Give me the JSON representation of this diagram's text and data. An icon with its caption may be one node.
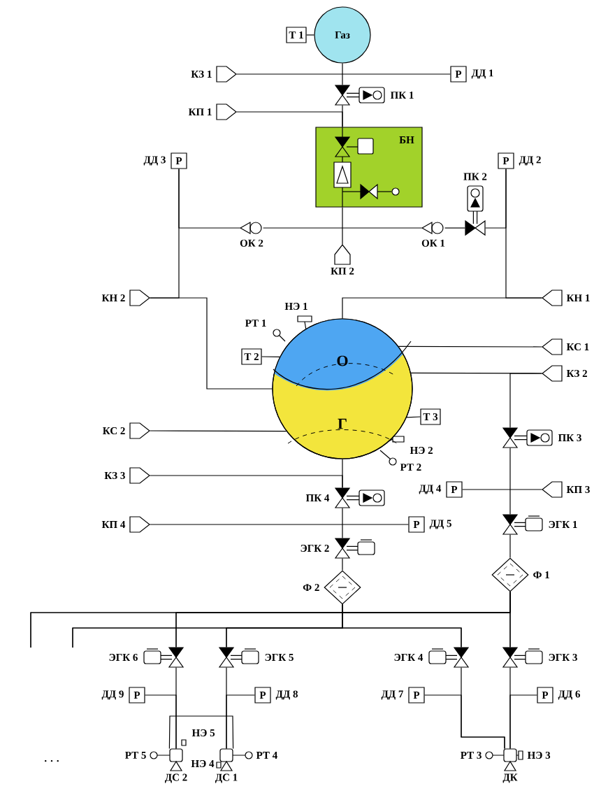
{
  "diagram": {
    "nodes": [
      {
        "text": [
          "Газ"
        ]
      },
      {
        "text": [
          "Т 1"
        ]
      },
      {
        "text": [
          "КЗ 1"
        ]
      },
      {
        "text": [
          "Р",
          "ДД 1"
        ]
      },
      {
        "text": [
          "ПК 1"
        ]
      },
      {
        "text": [
          "КП 1"
        ]
      },
      {
        "text": [
          "БН"
        ]
      },
      {
        "text": [
          "КП 2"
        ]
      },
      {
        "text": [
          "ДД 3",
          "Р"
        ]
      },
      {
        "text": [
          "Р",
          "ДД 2"
        ]
      },
      {
        "text": [
          "ОК 2"
        ]
      },
      {
        "text": [
          "ОК 1"
        ]
      },
      {
        "text": [
          "ПК 2"
        ]
      },
      {
        "text": [
          "КН 2"
        ]
      },
      {
        "text": [
          "КН 1"
        ]
      },
      {
        "text": [
          "О",
          "Г"
        ]
      },
      {
        "text": [
          "Т 2"
        ]
      },
      {
        "text": [
          "Т 3"
        ]
      },
      {
        "text": [
          "КС 1"
        ]
      },
      {
        "text": [
          "КЗ 2"
        ]
      },
      {
        "text": [
          "КС 2"
        ]
      },
      {
        "text": [
          "КЗ 3"
        ]
      },
      {
        "text": [
          "ПК 3"
        ]
      },
      {
        "text": [
          "ДД 4",
          "Р"
        ]
      },
      {
        "text": [
          "КП 3"
        ]
      },
      {
        "text": [
          "ПК 4"
        ]
      },
      {
        "text": [
          "КП 4"
        ]
      },
      {
        "text": [
          "Р",
          "ДД 5"
        ]
      },
      {
        "text": [
          "ЭГК 1"
        ]
      },
      {
        "text": [
          "ЭГК 2"
        ]
      },
      {
        "text": [
          "Ф 1"
        ]
      },
      {
        "text": [
          "Ф 2"
        ]
      },
      {
        "text": [
          "ЭГК 6"
        ]
      },
      {
        "text": [
          "ЭГК 5"
        ]
      },
      {
        "text": [
          "ЭГК 4"
        ]
      },
      {
        "text": [
          "ЭГК 3"
        ]
      },
      {
        "text": [
          "ДД 9",
          "Р"
        ]
      },
      {
        "text": [
          "Р",
          "ДД 8"
        ]
      },
      {
        "text": [
          "ДД 7",
          "Р"
        ]
      },
      {
        "text": [
          "Р",
          "ДД 6"
        ]
      },
      {
        "text": [
          "ДС 2"
        ]
      },
      {
        "text": [
          "ДС 1"
        ]
      },
      {
        "text": [
          "ДК"
        ]
      }
    ],
    "edges": [
      {
        "from": 1,
        "to": 0,
        "arrow": "none"
      },
      {
        "from": 0,
        "to": 4,
        "arrow": "none"
      },
      {
        "from": 2,
        "to": 3,
        "arrow": "none"
      },
      {
        "from": 4,
        "to": 6,
        "arrow": "none"
      },
      {
        "from": 5,
        "to": 6,
        "arrow": "none"
      },
      {
        "from": 6,
        "to": 7,
        "arrow": "none"
      },
      {
        "from": 8,
        "to": 10,
        "arrow": "none"
      },
      {
        "from": 10,
        "to": 11,
        "arrow": "none"
      },
      {
        "from": 11,
        "to": 12,
        "arrow": "none"
      },
      {
        "from": 12,
        "to": 9,
        "arrow": "none"
      },
      {
        "from": 8,
        "to": 13,
        "arrow": "none"
      },
      {
        "from": 13,
        "to": 15,
        "arrow": "none"
      },
      {
        "from": 9,
        "to": 14,
        "arrow": "none"
      },
      {
        "from": 14,
        "to": 15,
        "arrow": "none"
      },
      {
        "from": 16,
        "to": 15,
        "arrow": "none"
      },
      {
        "from": 17,
        "to": 15,
        "arrow": "none"
      },
      {
        "from": 18,
        "to": 15,
        "arrow": "none"
      },
      {
        "from": 19,
        "to": 15,
        "arrow": "none"
      },
      {
        "from": 19,
        "to": 22,
        "arrow": "none"
      },
      {
        "from": 22,
        "to": 28,
        "arrow": "none"
      },
      {
        "from": 24,
        "to": 23,
        "arrow": "none"
      },
      {
        "from": 28,
        "to": 30,
        "arrow": "none"
      },
      {
        "from": 20,
        "to": 15,
        "arrow": "none"
      },
      {
        "from": 15,
        "to": 25,
        "arrow": "none"
      },
      {
        "from": 21,
        "to": 25,
        "arrow": "none"
      },
      {
        "from": 26,
        "to": 27,
        "arrow": "none"
      },
      {
        "from": 25,
        "to": 29,
        "arrow": "none"
      },
      {
        "from": 29,
        "to": 31,
        "arrow": "none"
      },
      {
        "from": 31,
        "to": 32,
        "arrow": "none"
      },
      {
        "from": 31,
        "to": 33,
        "arrow": "none"
      },
      {
        "from": 31,
        "to": 34,
        "arrow": "none"
      },
      {
        "from": 31,
        "to": 35,
        "arrow": "none"
      },
      {
        "from": 31,
        "to": null,
        "arrow": "none"
      },
      {
        "from": 31,
        "to": null,
        "arrow": "none"
      },
      {
        "from": 30,
        "to": 32,
        "arrow": "none"
      },
      {
        "from": 30,
        "to": 33,
        "arrow": "none"
      },
      {
        "from": 30,
        "to": 34,
        "arrow": "none"
      },
      {
        "from": 30,
        "to": 35,
        "arrow": "none"
      },
      {
        "from": 30,
        "to": null,
        "arrow": "none"
      },
      {
        "from": 30,
        "to": null,
        "arrow": "none"
      },
      {
        "from": 32,
        "to": 40,
        "arrow": "none"
      },
      {
        "from": 33,
        "to": 41,
        "arrow": "none"
      },
      {
        "from": 34,
        "to": 42,
        "arrow": "none"
      },
      {
        "from": 35,
        "to": 42,
        "arrow": "none"
      },
      {
        "from": 36,
        "to": 40,
        "arrow": "none"
      },
      {
        "from": 37,
        "to": 41,
        "arrow": "none"
      },
      {
        "from": 38,
        "to": 42,
        "arrow": "none"
      },
      {
        "from": 39,
        "to": 42,
        "arrow": "none"
      },
      {
        "from": 40,
        "to": 41,
        "arrow": "none"
      }
    ],
    "labels": [
      "НЭ 1",
      "РТ 1",
      "НЭ 2",
      "РТ 2",
      "НЭ 5",
      "РТ 5",
      "РТ 4",
      "НЭ 4",
      "РТ 3",
      "НЭ 3",
      "· · ·"
    ]
  }
}
